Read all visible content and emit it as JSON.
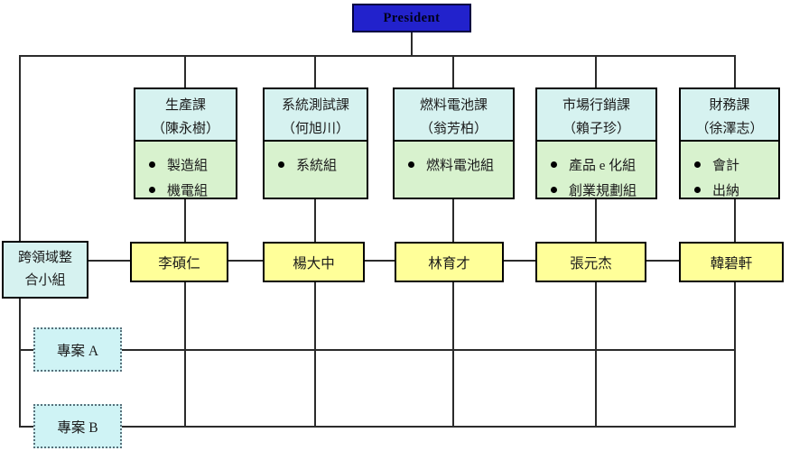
{
  "president": {
    "label": "President"
  },
  "departments": [
    {
      "name": "生產課",
      "manager": "（陳永樹）",
      "teams": [
        "製造組",
        "機電組"
      ],
      "lead": "李碩仁"
    },
    {
      "name": "系統測試課",
      "manager": "（何旭川）",
      "teams": [
        "系統組"
      ],
      "lead": "楊大中"
    },
    {
      "name": "燃料電池課",
      "manager": "（翁芳柏）",
      "teams": [
        "燃料電池組"
      ],
      "lead": "林育才"
    },
    {
      "name": "市場行銷課",
      "manager": "（賴子珍）",
      "teams": [
        "產品 e 化組",
        "創業規劃組"
      ],
      "lead": "張元杰"
    },
    {
      "name": "財務課",
      "manager": "（徐澤志）",
      "teams": [
        "會計",
        "出納"
      ],
      "lead": "韓碧軒"
    }
  ],
  "cross_domain_group": {
    "label": "跨領域整合小組"
  },
  "projects": [
    {
      "label": "專案 A"
    },
    {
      "label": "專案 B"
    }
  ],
  "colors": {
    "president_bg": "#2222CC",
    "dept_header_bg": "#D6F2F0",
    "dept_body_bg": "#D8F2CE",
    "lead_bg": "#FFFF99",
    "project_bg": "#CFF3F5",
    "line": "#2B2B2B"
  }
}
